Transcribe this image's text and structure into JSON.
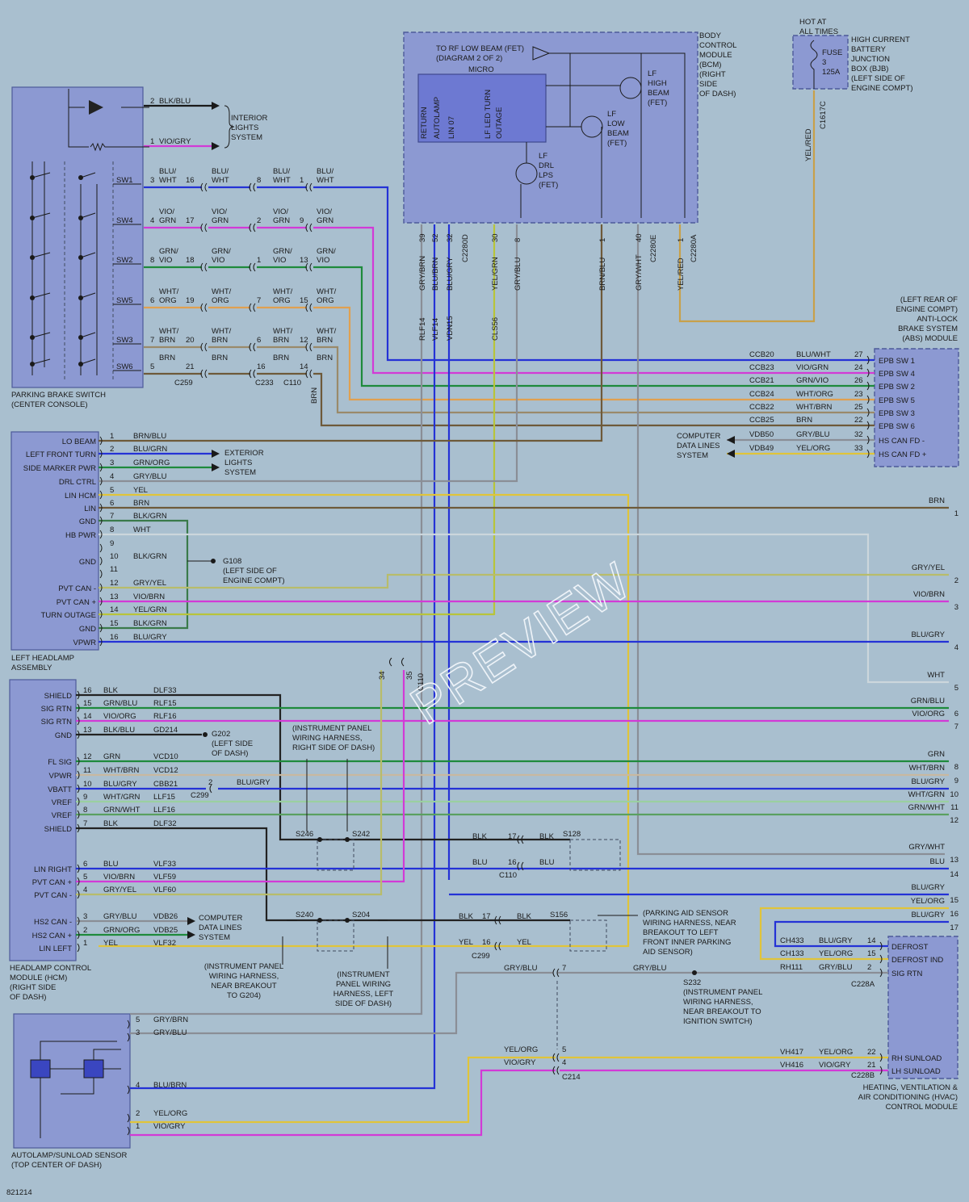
{
  "diagram_id": "821214",
  "watermark": "PREVIEW",
  "colors": {
    "background": "#a9bfcf",
    "module_fill": "#8c99d2",
    "BLU": "#2432d6",
    "VIO": "#d23ad6",
    "GRN": "#1e8a3c",
    "YEL": "#e0c43a",
    "BRN": "#6e5a3a",
    "GRY": "#8a8e96",
    "WHT": "#ccd6dc",
    "ORG": "#e0a050",
    "RED": "#d05050"
  },
  "labels": {
    "park_brake": [
      "PARKING BRAKE SWITCH",
      "(CENTER CONSOLE)"
    ],
    "interior": [
      "INTERIOR",
      "LIGHTS",
      "SYSTEM"
    ],
    "bcm": [
      "BODY",
      "CONTROL",
      "MODULE",
      "(BCM)",
      "(RIGHT",
      "SIDE",
      "OF DASH)"
    ],
    "rf_low": [
      "TO RF LOW BEAM (FET)",
      "(DIAGRAM 2 OF 2)"
    ],
    "micro": "MICRO",
    "micro_pins": [
      "RETURN",
      "AUTOLAMP",
      "LIN 07",
      "LF LED TURN",
      "OUTAGE"
    ],
    "lf_high": [
      "LF",
      "HIGH",
      "BEAM",
      "(FET)"
    ],
    "lf_low": [
      "LF",
      "LOW",
      "BEAM",
      "(FET)"
    ],
    "lf_drl": [
      "LF",
      "DRL",
      "LPS",
      "(FET)"
    ],
    "hot": [
      "HOT AT",
      "ALL TIMES"
    ],
    "fuse": [
      "FUSE",
      "3",
      "125A"
    ],
    "bjb": [
      "HIGH CURRENT",
      "BATTERY",
      "JUNCTION",
      "BOX (BJB)",
      "(LEFT SIDE OF",
      "ENGINE COMPT)"
    ],
    "abs": [
      "(LEFT REAR OF",
      "ENGINE COMPT)",
      "ANTI-LOCK",
      "BRAKE SYSTEM",
      "(ABS) MODULE"
    ],
    "computer": [
      "COMPUTER",
      "DATA LINES",
      "SYSTEM"
    ],
    "exterior": [
      "EXTERIOR",
      "LIGHTS",
      "SYSTEM"
    ],
    "g108": [
      "G108",
      "(LEFT SIDE OF",
      "ENGINE COMPT)"
    ],
    "headlamp": [
      "LEFT HEADLAMP",
      "ASSEMBLY"
    ],
    "g202": [
      "G202",
      "(LEFT SIDE",
      "OF DASH)"
    ],
    "ip_right": [
      "(INSTRUMENT PANEL",
      "WIRING HARNESS,",
      "RIGHT SIDE OF DASH)"
    ],
    "hcm": [
      "HEADLAMP CONTROL",
      "MODULE (HCM)",
      "(RIGHT SIDE",
      "OF DASH)"
    ],
    "ip_g204": [
      "(INSTRUMENT PANEL",
      "WIRING HARNESS,",
      "NEAR BREAKOUT",
      "TO G204)"
    ],
    "ip_left": [
      "(INSTRUMENT",
      "PANEL WIRING",
      "HARNESS, LEFT",
      "SIDE OF DASH)"
    ],
    "parking_aid": [
      "(PARKING AID SENSOR",
      "WIRING HARNESS, NEAR",
      "BREAKOUT TO LEFT",
      "FRONT INNER PARKING",
      "AID SENSOR)"
    ],
    "s232": [
      "S232",
      "(INSTRUMENT PANEL",
      "WIRING HARNESS,",
      "NEAR BREAKOUT TO",
      "IGNITION SWITCH)"
    ],
    "hvac": [
      "HEATING, VENTILATION &",
      "AIR CONDITIONING (HVAC)",
      "CONTROL MODULE"
    ],
    "autolamp": [
      "AUTOLAMP/SUNLOAD SENSOR",
      "(TOP CENTER OF DASH)"
    ]
  },
  "interior_wires": [
    {
      "pin": "2",
      "color": "BLK/BLU"
    },
    {
      "pin": "1",
      "color": "VIO/GRY"
    }
  ],
  "switch_rows": [
    {
      "sw": "SW1",
      "p1": "3",
      "c1": "BLU/\nWHT",
      "p2": "16",
      "c2": "BLU/\nWHT",
      "p3": "8",
      "c3": "BLU/\nWHT",
      "p4": "1",
      "c4": "BLU/\nWHT"
    },
    {
      "sw": "SW4",
      "p1": "4",
      "c1": "VIO/\nGRN",
      "p2": "17",
      "c2": "VIO/\nGRN",
      "p3": "2",
      "c3": "VIO/\nGRN",
      "p4": "9",
      "c4": "VIO/\nGRN"
    },
    {
      "sw": "SW2",
      "p1": "8",
      "c1": "GRN/\nVIO",
      "p2": "18",
      "c2": "GRN/\nVIO",
      "p3": "1",
      "c3": "GRN/\nVIO",
      "p4": "13",
      "c4": "GRN/\nVIO"
    },
    {
      "sw": "SW5",
      "p1": "6",
      "c1": "WHT/\nORG",
      "p2": "19",
      "c2": "WHT/\nORG",
      "p3": "7",
      "c3": "WHT/\nORG",
      "p4": "15",
      "c4": "WHT/\nORG"
    },
    {
      "sw": "SW3",
      "p1": "7",
      "c1": "WHT/\nBRN",
      "p2": "20",
      "c2": "WHT/\nBRN",
      "p3": "6",
      "c3": "WHT/\nBRN",
      "p4": "12",
      "c4": "WHT/\nBRN"
    },
    {
      "sw": "SW6",
      "p1": "5",
      "c1": "BRN",
      "p2": "21",
      "c2": "BRN",
      "p3": "16",
      "c3": "BRN",
      "p4": "14",
      "c4": "BRN"
    }
  ],
  "connectors": {
    "c259": "C259",
    "c233": "C233",
    "c110": "C110",
    "c299": "C299",
    "c214": "C214",
    "c228a": "C228A",
    "c228b": "C228B",
    "c1617c": "C1617C"
  },
  "bcm_pins": [
    {
      "pin": "39",
      "color": "GRY/BRN",
      "circuit": "RLF14"
    },
    {
      "pin": "52",
      "color": "BLU/BRN",
      "circuit": "VLF14"
    },
    {
      "pin": "32",
      "color": "BLU/GRY",
      "circuit": "VDN15"
    },
    {
      "pin": "C2280D",
      "color": "",
      "circuit": ""
    },
    {
      "pin": "30",
      "color": "YEL/GRN",
      "circuit": "CLS56"
    },
    {
      "pin": "8",
      "color": "GRY/BLU",
      "circuit": ""
    },
    {
      "pin": "1",
      "color": "BRN/BLU",
      "circuit": ""
    },
    {
      "pin": "40",
      "color": "GRY/WHT",
      "circuit": ""
    },
    {
      "pin": "C2280E",
      "color": "",
      "circuit": ""
    },
    {
      "pin": "1",
      "color": "YEL/RED",
      "circuit": ""
    },
    {
      "pin": "C2280A",
      "color": "",
      "circuit": ""
    }
  ],
  "bjb_wire": "YEL/RED",
  "abs_rows": [
    {
      "circuit": "CCB20",
      "color": "BLU/WHT",
      "pin": "27",
      "name": "EPB SW 1"
    },
    {
      "circuit": "CCB23",
      "color": "VIO/GRN",
      "pin": "24",
      "name": "EPB SW 4"
    },
    {
      "circuit": "CCB21",
      "color": "GRN/VIO",
      "pin": "26",
      "name": "EPB SW 2"
    },
    {
      "circuit": "CCB24",
      "color": "WHT/ORG",
      "pin": "23",
      "name": "EPB SW 5"
    },
    {
      "circuit": "CCB22",
      "color": "WHT/BRN",
      "pin": "25",
      "name": "EPB SW 3"
    },
    {
      "circuit": "CCB25",
      "color": "BRN",
      "pin": "22",
      "name": "EPB SW 6"
    },
    {
      "circuit": "VDB50",
      "color": "GRY/BLU",
      "pin": "32",
      "name": "HS CAN FD -"
    },
    {
      "circuit": "VDB49",
      "color": "YEL/ORG",
      "pin": "33",
      "name": "HS CAN FD +"
    }
  ],
  "headlamp_rows": [
    {
      "name": "LO BEAM",
      "pin": "1",
      "color": "BRN/BLU"
    },
    {
      "name": "LEFT FRONT TURN",
      "pin": "2",
      "color": "BLU/GRN"
    },
    {
      "name": "SIDE MARKER PWR",
      "pin": "3",
      "color": "GRN/ORG"
    },
    {
      "name": "DRL CTRL",
      "pin": "4",
      "color": "GRY/BLU"
    },
    {
      "name": "LIN HCM",
      "pin": "5",
      "color": "YEL"
    },
    {
      "name": "LIN",
      "pin": "6",
      "color": "BRN"
    },
    {
      "name": "GND",
      "pin": "7",
      "color": "BLK/GRN"
    },
    {
      "name": "HB PWR",
      "pin": "8",
      "color": "WHT"
    },
    {
      "name": "",
      "pin": "9",
      "color": ""
    },
    {
      "name": "GND",
      "pin": "10",
      "color": "BLK/GRN"
    },
    {
      "name": "",
      "pin": "11",
      "color": ""
    },
    {
      "name": "PVT CAN -",
      "pin": "12",
      "color": "GRY/YEL"
    },
    {
      "name": "PVT CAN +",
      "pin": "13",
      "color": "VIO/BRN"
    },
    {
      "name": "TURN OUTAGE",
      "pin": "14",
      "color": "YEL/GRN"
    },
    {
      "name": "GND",
      "pin": "15",
      "color": "BLK/GRN"
    },
    {
      "name": "VPWR",
      "pin": "16",
      "color": "BLU/GRY"
    }
  ],
  "right_wires": [
    {
      "color": "BRN",
      "num": "1"
    },
    {
      "color": "GRY/YEL",
      "num": "2"
    },
    {
      "color": "VIO/BRN",
      "num": "3"
    },
    {
      "color": "BLU/GRY",
      "num": "4"
    },
    {
      "color": "WHT",
      "num": "5"
    },
    {
      "color": "GRN/BLU",
      "num": "6"
    },
    {
      "color": "VIO/ORG",
      "num": "7"
    },
    {
      "color": "GRN",
      "num": "8"
    },
    {
      "color": "WHT/BRN",
      "num": "9"
    },
    {
      "color": "BLU/GRY",
      "num": "10"
    },
    {
      "color": "WHT/GRN",
      "num": "11"
    },
    {
      "color": "GRN/WHT",
      "num": "12"
    },
    {
      "color": "GRY/WHT",
      "num": "13"
    },
    {
      "color": "BLU",
      "num": "14"
    },
    {
      "color": "BLU/GRY",
      "num": "15"
    },
    {
      "color": "YEL/ORG",
      "num": "16"
    },
    {
      "color": "BLU/GRY",
      "num": "17"
    }
  ],
  "headlamp_c110_pins": [
    "34",
    "35"
  ],
  "hcm_rows": [
    {
      "name": "SHIELD",
      "pin": "16",
      "color": "BLK",
      "circuit": "DLF33"
    },
    {
      "name": "SIG RTN",
      "pin": "15",
      "color": "GRN/BLU",
      "circuit": "RLF15"
    },
    {
      "name": "SIG RTN",
      "pin": "14",
      "color": "VIO/ORG",
      "circuit": "RLF16"
    },
    {
      "name": "GND",
      "pin": "13",
      "color": "BLK/BLU",
      "circuit": "GD214"
    },
    {
      "name": "FL SIG",
      "pin": "12",
      "color": "GRN",
      "circuit": "VCD10"
    },
    {
      "name": "VPWR",
      "pin": "11",
      "color": "WHT/BRN",
      "circuit": "VCD12"
    },
    {
      "name": "VBATT",
      "pin": "10",
      "color": "BLU/GRY",
      "circuit": "CBB21"
    },
    {
      "name": "VREF",
      "pin": "9",
      "color": "WHT/GRN",
      "circuit": "LLF15"
    },
    {
      "name": "VREF",
      "pin": "8",
      "color": "GRN/WHT",
      "circuit": "LLF16"
    },
    {
      "name": "SHIELD",
      "pin": "7",
      "color": "BLK",
      "circuit": "DLF32"
    },
    {
      "name": "LIN RIGHT",
      "pin": "6",
      "color": "BLU",
      "circuit": "VLF33"
    },
    {
      "name": "PVT CAN +",
      "pin": "5",
      "color": "VIO/BRN",
      "circuit": "VLF59"
    },
    {
      "name": "PVT CAN -",
      "pin": "4",
      "color": "GRY/YEL",
      "circuit": "VLF60"
    },
    {
      "name": "HS2 CAN -",
      "pin": "3",
      "color": "GRY/BLU",
      "circuit": "VDB26"
    },
    {
      "name": "HS2 CAN +",
      "pin": "2",
      "color": "GRN/ORG",
      "circuit": "VDB25"
    },
    {
      "name": "LIN LEFT",
      "pin": "1",
      "color": "YEL",
      "circuit": "VLF32"
    }
  ],
  "c299_blu": {
    "pin": "2",
    "color": "BLU/GRY"
  },
  "splices": {
    "s246": "S246",
    "s242": "S242",
    "s128": "S128",
    "s240": "S240",
    "s204": "S204",
    "s156": "S156",
    "blk17": {
      "p": "17",
      "c1": "BLK",
      "c2": "BLK"
    },
    "blu16": {
      "p": "16",
      "c1": "BLU",
      "c2": "BLU"
    },
    "blk17b": {
      "p": "17",
      "c1": "BLK",
      "c2": "BLK"
    },
    "yel16": {
      "p": "16",
      "c1": "YEL",
      "c2": "YEL"
    }
  },
  "hvac_rows": [
    {
      "circuit": "CH433",
      "color": "BLU/GRY",
      "pin": "14",
      "name": "DEFROST"
    },
    {
      "circuit": "CH133",
      "color": "YEL/ORG",
      "pin": "15",
      "name": "DEFROST IND"
    },
    {
      "circuit": "RH111",
      "color": "GRY/BLU",
      "pin": "2",
      "name": "SIG RTN"
    },
    {
      "circuit": "VH417",
      "color": "YEL/ORG",
      "pin": "22",
      "name": "RH SUNLOAD"
    },
    {
      "circuit": "VH416",
      "color": "VIO/GRY",
      "pin": "21",
      "name": "LH SUNLOAD"
    }
  ],
  "gry_blu_7": {
    "pin": "7",
    "c1": "GRY/BLU",
    "c2": "GRY/BLU"
  },
  "c214_rows": [
    {
      "pin": "5",
      "color": "YEL/ORG"
    },
    {
      "pin": "4",
      "color": "VIO/GRY"
    }
  ],
  "sensor_rows": [
    {
      "pin": "5",
      "color": "GRY/BRN"
    },
    {
      "pin": "3",
      "color": "GRY/BLU"
    },
    {
      "pin": "4",
      "color": "BLU/BRN"
    },
    {
      "pin": "2",
      "color": "YEL/ORG"
    },
    {
      "pin": "1",
      "color": "VIO/GRY"
    }
  ]
}
